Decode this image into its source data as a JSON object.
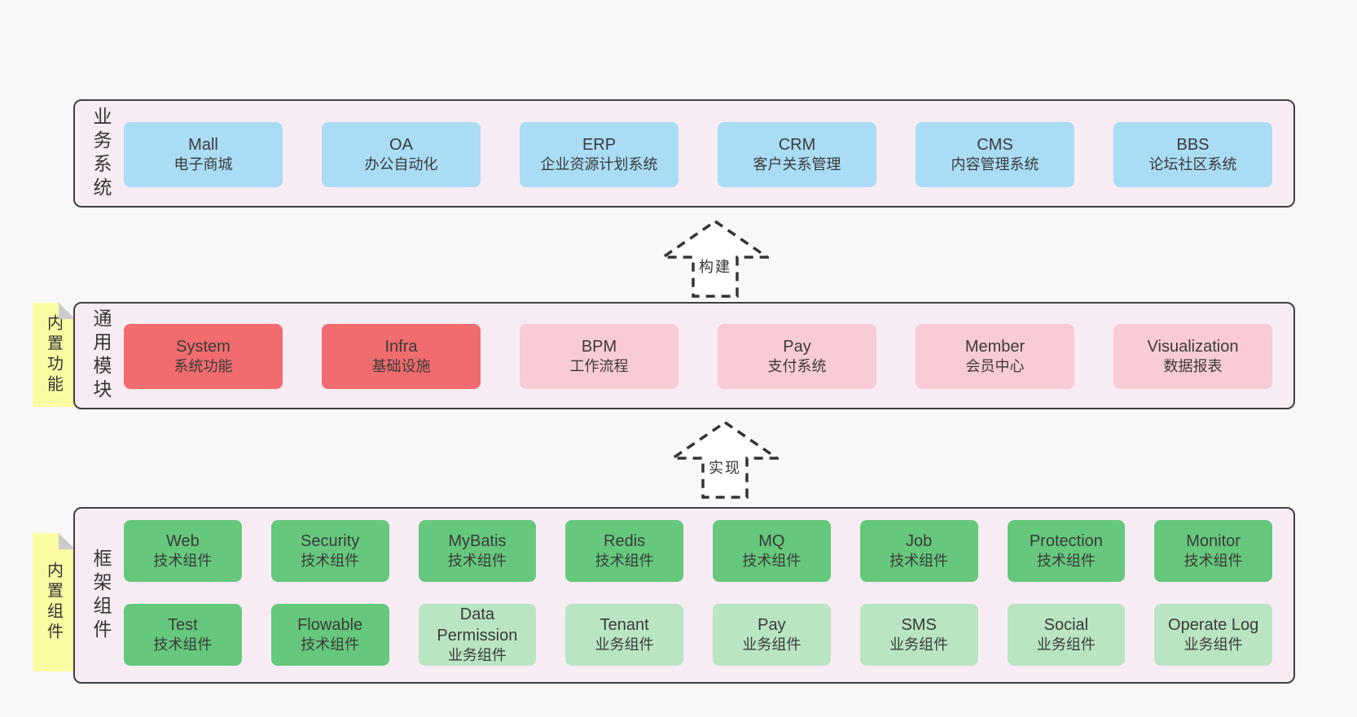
{
  "colors": {
    "page_bg": "#f8f8f8",
    "band_bg": "#f7ecf4",
    "band_border": "#3f3f3f",
    "blue_box": "#aadcf5",
    "red_box": "#f06c6e",
    "pink_box": "#f9cbd4",
    "green_box": "#66c87c",
    "light_green_box": "#b9e5c2",
    "sticky_yellow": "#fbfba3",
    "sticky_fold": "#cbcbcb",
    "text": "#3a3a3a"
  },
  "arrows": {
    "build": "构建",
    "implement": "实现"
  },
  "bands": {
    "business": {
      "label": "业务系统",
      "boxes": [
        {
          "title": "Mall",
          "subtitle": "电子商城",
          "variant": "blue"
        },
        {
          "title": "OA",
          "subtitle": "办公自动化",
          "variant": "blue"
        },
        {
          "title": "ERP",
          "subtitle": "企业资源计划系统",
          "variant": "blue"
        },
        {
          "title": "CRM",
          "subtitle": "客户关系管理",
          "variant": "blue"
        },
        {
          "title": "CMS",
          "subtitle": "内容管理系统",
          "variant": "blue"
        },
        {
          "title": "BBS",
          "subtitle": "论坛社区系统",
          "variant": "blue"
        }
      ]
    },
    "modules": {
      "label": "通用模块",
      "sticky": "内置功能",
      "boxes": [
        {
          "title": "System",
          "subtitle": "系统功能",
          "variant": "red"
        },
        {
          "title": "Infra",
          "subtitle": "基础设施",
          "variant": "red"
        },
        {
          "title": "BPM",
          "subtitle": "工作流程",
          "variant": "pink"
        },
        {
          "title": "Pay",
          "subtitle": "支付系统",
          "variant": "pink"
        },
        {
          "title": "Member",
          "subtitle": "会员中心",
          "variant": "pink"
        },
        {
          "title": "Visualization",
          "subtitle": "数据报表",
          "variant": "pink"
        }
      ]
    },
    "components": {
      "label": "框架组件",
      "sticky": "内置组件",
      "row1": [
        {
          "title": "Web",
          "subtitle": "技术组件",
          "variant": "green"
        },
        {
          "title": "Security",
          "subtitle": "技术组件",
          "variant": "green"
        },
        {
          "title": "MyBatis",
          "subtitle": "技术组件",
          "variant": "green"
        },
        {
          "title": "Redis",
          "subtitle": "技术组件",
          "variant": "green"
        },
        {
          "title": "MQ",
          "subtitle": "技术组件",
          "variant": "green"
        },
        {
          "title": "Job",
          "subtitle": "技术组件",
          "variant": "green"
        },
        {
          "title": "Protection",
          "subtitle": "技术组件",
          "variant": "green"
        },
        {
          "title": "Monitor",
          "subtitle": "技术组件",
          "variant": "green"
        }
      ],
      "row2": [
        {
          "title": "Test",
          "subtitle": "技术组件",
          "variant": "green"
        },
        {
          "title": "Flowable",
          "subtitle": "技术组件",
          "variant": "green"
        },
        {
          "title": "Data Permission",
          "subtitle": "业务组件",
          "variant": "lightgreen"
        },
        {
          "title": "Tenant",
          "subtitle": "业务组件",
          "variant": "lightgreen"
        },
        {
          "title": "Pay",
          "subtitle": "业务组件",
          "variant": "lightgreen"
        },
        {
          "title": "SMS",
          "subtitle": "业务组件",
          "variant": "lightgreen"
        },
        {
          "title": "Social",
          "subtitle": "业务组件",
          "variant": "lightgreen"
        },
        {
          "title": "Operate Log",
          "subtitle": "业务组件",
          "variant": "lightgreen"
        }
      ]
    }
  }
}
